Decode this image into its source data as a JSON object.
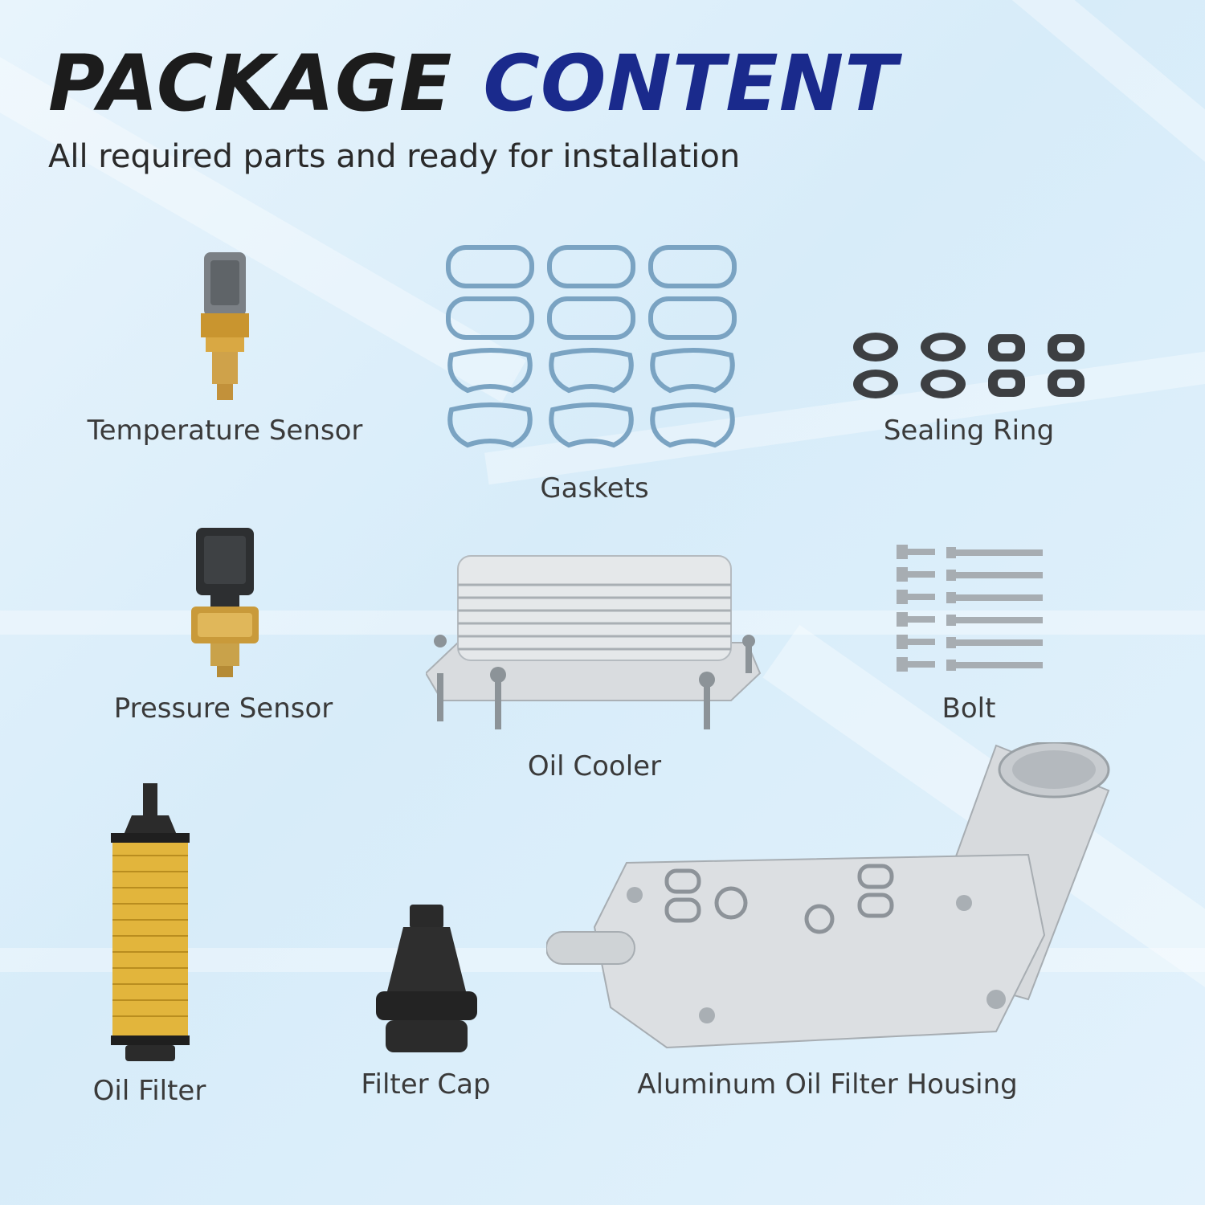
{
  "header": {
    "title_word1": "PACKAGE",
    "title_word2": "CONTENT",
    "subtitle": "All required parts and ready for installation"
  },
  "colors": {
    "title_dark": "#1c1c1c",
    "title_accent": "#1a2a8c",
    "background": "#ddeefa"
  },
  "parts": {
    "temperature_sensor": "Temperature Sensor",
    "gaskets": "Gaskets",
    "sealing_ring": "Sealing Ring",
    "pressure_sensor": "Pressure Sensor",
    "oil_cooler": "Oil Cooler",
    "bolt": "Bolt",
    "oil_filter": "Oil Filter",
    "filter_cap": "Filter Cap",
    "aluminum_housing": "Aluminum Oil Filter Housing"
  }
}
